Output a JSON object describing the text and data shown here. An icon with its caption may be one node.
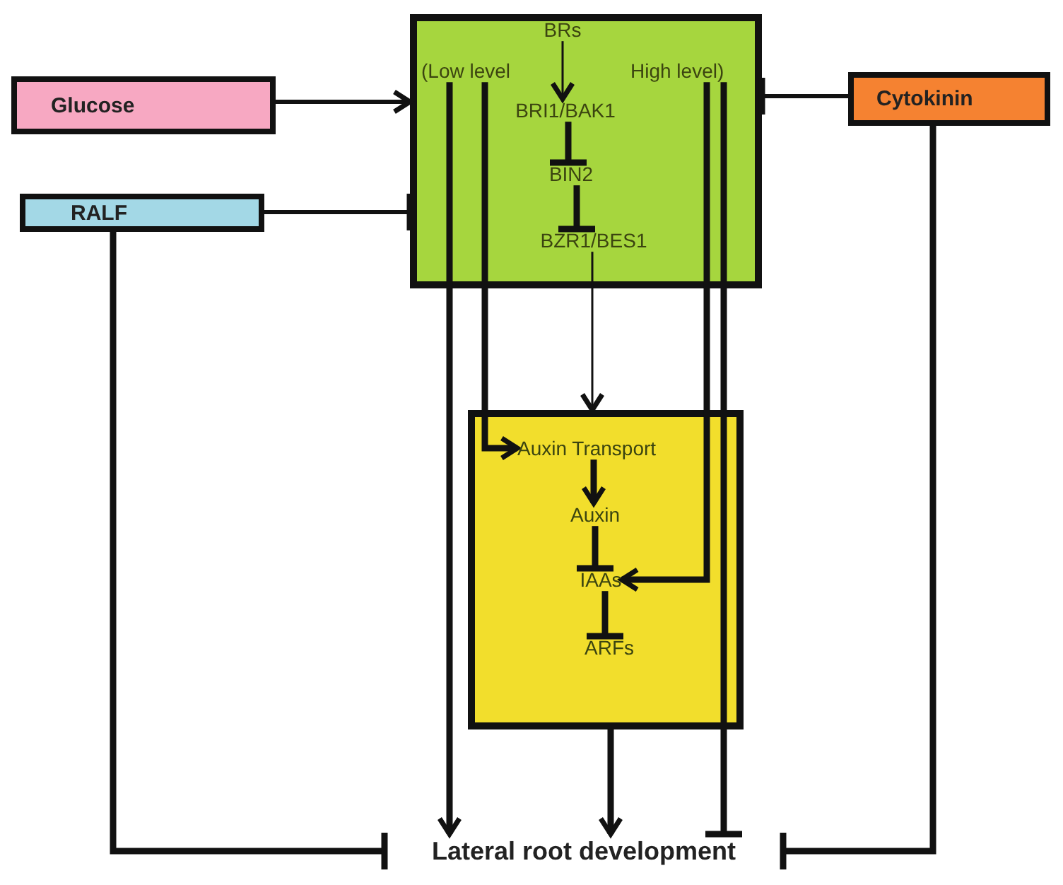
{
  "diagram": {
    "nodes": [
      {
        "text": [
          "Glucose"
        ]
      },
      {
        "text": [
          "RALF"
        ]
      },
      {
        "text": [],
        "shape": "box"
      },
      {
        "text": [
          "BRs"
        ],
        "in": 2
      },
      {
        "text": [
          "(Low level"
        ],
        "in": 2
      },
      {
        "text": [
          "High level)"
        ],
        "in": 2
      },
      {
        "text": [
          "BRI1/BAK1"
        ],
        "in": 2
      },
      {
        "text": [
          "BIN2"
        ],
        "in": 2
      },
      {
        "text": [
          "BZR1/BES1"
        ],
        "in": 2
      },
      {
        "text": [
          "Cytokinin"
        ]
      },
      {
        "text": [],
        "shape": "box"
      },
      {
        "text": [
          "Auxin Transport"
        ],
        "in": 10
      },
      {
        "text": [
          "Auxin"
        ],
        "in": 10
      },
      {
        "text": [
          "IAAs"
        ],
        "in": 10
      },
      {
        "text": [
          "ARFs"
        ],
        "in": 10
      },
      {
        "text": [
          "Lateral root development"
        ]
      }
    ],
    "edges": [
      {
        "from": 0,
        "to": 2,
        "arrow": "to"
      },
      {
        "from": 1,
        "to": 2,
        "arrow": "other"
      },
      {
        "from": 9,
        "to": 2,
        "arrow": "other"
      },
      {
        "from": 3,
        "to": 6,
        "arrow": "to"
      },
      {
        "from": 6,
        "to": 7,
        "arrow": "other"
      },
      {
        "from": 7,
        "to": 8,
        "arrow": "other"
      },
      {
        "from": 8,
        "to": 10,
        "arrow": "to"
      },
      {
        "from": 4,
        "to": 15,
        "arrow": "to"
      },
      {
        "from": 4,
        "to": 11,
        "arrow": "to"
      },
      {
        "from": 5,
        "to": 13,
        "arrow": "to"
      },
      {
        "from": 5,
        "to": 15,
        "arrow": "other"
      },
      {
        "from": 11,
        "to": 12,
        "arrow": "to"
      },
      {
        "from": 12,
        "to": 13,
        "arrow": "other"
      },
      {
        "from": 13,
        "to": 14,
        "arrow": "other"
      },
      {
        "from": 10,
        "to": 15,
        "arrow": "to"
      },
      {
        "from": 1,
        "to": 15,
        "arrow": "other"
      },
      {
        "from": 9,
        "to": 15,
        "arrow": "other"
      }
    ]
  }
}
